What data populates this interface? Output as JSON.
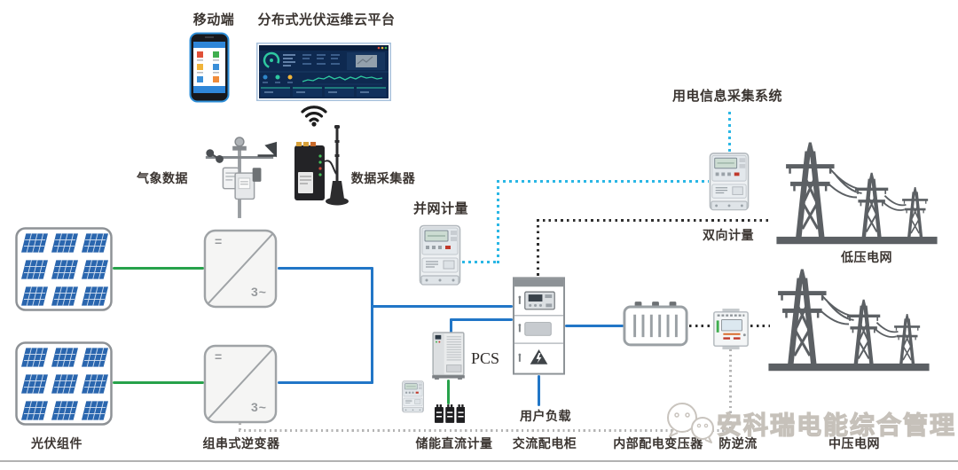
{
  "labels": {
    "mobile": "移动端",
    "cloud_platform": "分布式光伏运维云平台",
    "weather_data": "气象数据",
    "data_collector": "数据采集器",
    "grid_metering": "并网计量",
    "power_info_system": "用电信息采集系统",
    "bidirectional_metering": "双向计量",
    "lv_grid": "低压电网",
    "mv_grid": "中压电网",
    "pv_modules": "光伏组件",
    "string_inverter": "组串式逆变器",
    "storage_dc_metering": "储能直流计量",
    "ac_cabinet": "交流配电柜",
    "user_load": "用户负载",
    "internal_transformer": "内部配电变压器",
    "anti_backflow": "防逆流",
    "pcs": "PCS",
    "inverter_dc_glyph": "=",
    "inverter_ac_glyph": "3~",
    "watermark": "安科瑞电能综合管理"
  },
  "colors": {
    "line_blue": "#2176c7",
    "line_green": "#27a24b",
    "dotted_cyan": "#2bb7e5",
    "dotted_black": "#2d2d2d",
    "dotted_gray": "#b5b5b5",
    "tower_gray": "#5c6064",
    "pv_panel_blue": "#2a66ae",
    "dashboard_navy": "#0e2950",
    "dashboard_teal": "#2ec8a0",
    "label_text": "#3b3531",
    "watermark_gray": "#c6c1ba"
  }
}
